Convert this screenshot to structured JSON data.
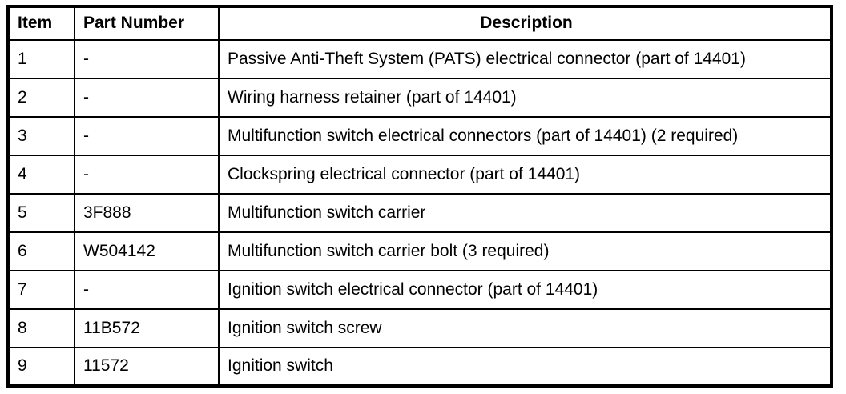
{
  "colors": {
    "border": "#000000",
    "background": "#ffffff",
    "text": "#000000"
  },
  "table": {
    "headers": {
      "item": "Item",
      "part_number": "Part Number",
      "description": "Description"
    },
    "rows": [
      {
        "item": "1",
        "part_number": "-",
        "description": "Passive Anti-Theft System (PATS) electrical connector (part of 14401)"
      },
      {
        "item": "2",
        "part_number": "-",
        "description": "Wiring harness retainer (part of 14401)"
      },
      {
        "item": "3",
        "part_number": "-",
        "description": "Multifunction switch electrical connectors (part of 14401) (2 required)"
      },
      {
        "item": "4",
        "part_number": "-",
        "description": "Clockspring electrical connector (part of 14401)"
      },
      {
        "item": "5",
        "part_number": "3F888",
        "description": "Multifunction switch carrier"
      },
      {
        "item": "6",
        "part_number": "W504142",
        "description": "Multifunction switch carrier bolt (3 required)"
      },
      {
        "item": "7",
        "part_number": "-",
        "description": "Ignition switch electrical connector (part of 14401)"
      },
      {
        "item": "8",
        "part_number": "11B572",
        "description": "Ignition switch screw"
      },
      {
        "item": "9",
        "part_number": "11572",
        "description": "Ignition switch"
      }
    ]
  }
}
